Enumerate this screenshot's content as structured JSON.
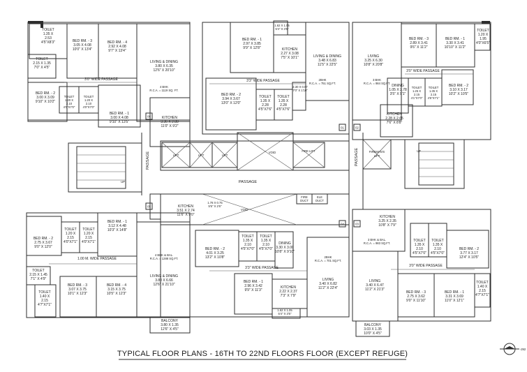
{
  "title": "TYPICAL FLOOR PLANS - 16TH TO 22ND FLOORS FLOOR (EXCEPT REFUGE)",
  "north_label": "-292",
  "rooms": [
    {
      "id": "tl-toilet-a",
      "lines": [
        "TOILET",
        "1.35 X",
        "2.53",
        "4'5\"X8'3\""
      ]
    },
    {
      "id": "tl-bed3",
      "lines": [
        "BED RM. - 3",
        "3.05 X 4.08",
        "10'0\" X 13'4\""
      ]
    },
    {
      "id": "tl-bed4",
      "lines": [
        "BED RM. - 4",
        "2.92 X 4.08",
        "9'7\" X 13'4\""
      ]
    },
    {
      "id": "tl-living",
      "lines": [
        "LIVING & DINING",
        "3.80 X 6.35",
        "12'6\" X 20'10\""
      ]
    },
    {
      "id": "tl-toilet-b",
      "lines": [
        "TOILET",
        "2.15 X 1.35",
        "7'0\" X 4'5\""
      ]
    },
    {
      "id": "tl-passage",
      "lines": [
        "3'0\" WIDE PASSAGE"
      ]
    },
    {
      "id": "tl-bed2",
      "lines": [
        "BED RM. - 2",
        "3.00 X 3.09",
        "9'10\" X 10'2\""
      ]
    },
    {
      "id": "tl-toilet-c",
      "lines": [
        "TOILET",
        "1.20 X",
        "2.10",
        "4'0\"X7'0\""
      ]
    },
    {
      "id": "tl-toilet-d",
      "lines": [
        "TOILET",
        "1.20 X",
        "2.10",
        "4'0\"X7'0\""
      ]
    },
    {
      "id": "tl-bed1",
      "lines": [
        "BED RM. - 1",
        "3.00 X 4.08",
        "9'10\" X 13'5\""
      ]
    },
    {
      "id": "tl-kitchen",
      "lines": [
        "KITCHEN",
        "3.36 X 2.80",
        "11'0\" X 9'2\""
      ]
    },
    {
      "id": "tl-area",
      "lines": [
        "4 BHK",
        "R.C.A. = 1119 SQ. FT."
      ]
    },
    {
      "id": "tc-toilet",
      "lines": [
        "1.62 X 1.05",
        "5'4\" X 3'5\""
      ]
    },
    {
      "id": "tc-bed1",
      "lines": [
        "BED RM. - 1",
        "2.97 X 3.85",
        "9'9\" X 12'8\""
      ]
    },
    {
      "id": "tc-kitchen",
      "lines": [
        "KITCHEN",
        "2.27 X 3.08",
        "7'5\" X 10'1\""
      ]
    },
    {
      "id": "tc-living",
      "lines": [
        "LIVING & DINING",
        "3.48 X 6.83",
        "11'5\" X 22'5\""
      ]
    },
    {
      "id": "tc-passage",
      "lines": [
        "3'3\" WIDE PASSAGE"
      ]
    },
    {
      "id": "tc-bed2",
      "lines": [
        "BED RM. - 2",
        "3.94 X 3.67",
        "13'0\" X 12'0\""
      ]
    },
    {
      "id": "tc-toilet-a",
      "lines": [
        "TOILET",
        "1.35 X",
        "2.28",
        "4'5\"X7'6\""
      ]
    },
    {
      "id": "tc-toilet-b",
      "lines": [
        "TOILET",
        "1.35 X",
        "2.28",
        "4'5\"X7'6\""
      ]
    },
    {
      "id": "tc-area",
      "lines": [
        "2BHK",
        "R.C.A. = 751 SQ.FT."
      ]
    },
    {
      "id": "tc-dim",
      "lines": [
        "2.30 X 0.57",
        "7'0\" X 1'10\""
      ]
    },
    {
      "id": "tr-living",
      "lines": [
        "LIVING",
        "3.25 X 6.30",
        "10'8\" X 20'8\""
      ]
    },
    {
      "id": "tr-bed3",
      "lines": [
        "BED RM. - 3",
        "2.89 X 3.41",
        "9'6\" X 11'2\""
      ]
    },
    {
      "id": "tr-bed1",
      "lines": [
        "BED RM. - 1",
        "3.30 X 3.41",
        "10'10\" X 11'2\""
      ]
    },
    {
      "id": "tr-toilet-a",
      "lines": [
        "TOILET",
        "1.20 X",
        "1.95",
        "4'0\"X6'5\""
      ]
    },
    {
      "id": "tr-passage",
      "lines": [
        "3'0\" WIDE PASSAGE"
      ]
    },
    {
      "id": "tr-area",
      "lines": [
        "3 BHK",
        "R.C.A. = 984 SQ.FT."
      ]
    },
    {
      "id": "tr-dining",
      "lines": [
        "DINING",
        "1.05 X 2.78",
        "3'5\" X 9'1\""
      ]
    },
    {
      "id": "tr-toilet-b",
      "lines": [
        "TOILET",
        "1.25 X",
        "2.15",
        "4'1\"X7'0\""
      ]
    },
    {
      "id": "tr-toilet-c",
      "lines": [
        "TOILET",
        "1.35 X",
        "2.15",
        "4'5\"X7'1\""
      ]
    },
    {
      "id": "tr-bed2",
      "lines": [
        "BED RM. - 2",
        "3.10 X 3.17",
        "10'2\" X 10'5\""
      ]
    },
    {
      "id": "tr-kitchen",
      "lines": [
        "KITCHEN",
        "2.28 X 2.65",
        "7'6\" X 8'8\""
      ]
    },
    {
      "id": "bl-bed2",
      "lines": [
        "BED RM. - 2",
        "2.75 X 3.67",
        "9'0\" X 12'0\""
      ]
    },
    {
      "id": "bl-toilet-a",
      "lines": [
        "TOILET",
        "1.20 X",
        "2.15",
        "4'0\"X7'1\""
      ]
    },
    {
      "id": "bl-toilet-b",
      "lines": [
        "TOILET",
        "1.20 X",
        "2.15",
        "4'0\"X7'1\""
      ]
    },
    {
      "id": "bl-bed1",
      "lines": [
        "BED RM. - 1",
        "3.12 X 4.48",
        "10'3\" X 14'8\""
      ]
    },
    {
      "id": "bl-passage",
      "lines": [
        "1.00 M. WIDE PASSAGE"
      ]
    },
    {
      "id": "bl-area",
      "lines": [
        "4 BHK & BAL.",
        "R.C.A. = 1288 SQ.FT."
      ]
    },
    {
      "id": "bl-toilet-c",
      "lines": [
        "TOILET",
        "2.15 X 1.45",
        "7'1\" X 4'9\""
      ]
    },
    {
      "id": "bl-toilet-d",
      "lines": [
        "TOILET",
        "1.40 X",
        "2.15",
        "4'7\"X7'1\""
      ]
    },
    {
      "id": "bl-bed3",
      "lines": [
        "BED RM. - 3",
        "3.07 X 3.75",
        "10'1\" X 12'3\""
      ]
    },
    {
      "id": "bl-bed4",
      "lines": [
        "BED RM. - 4",
        "3.15 X 3.75",
        "10'5\" X 12'3\""
      ]
    },
    {
      "id": "bl-living",
      "lines": [
        "LIVING & DINING",
        "3.80 X 6.66",
        "12'6\" X 21'10\""
      ]
    },
    {
      "id": "bl-balcony",
      "lines": [
        "BALCONY",
        "3.80 X 1.35",
        "12'6\" X 4'5\""
      ]
    },
    {
      "id": "bc-kitchen",
      "lines": [
        "KITCHEN",
        "3.51 X 2.74",
        "11'6\" X 9'0\""
      ]
    },
    {
      "id": "bc-dim",
      "lines": [
        "1.78 X 0.75",
        "5'5\" X 2'6\""
      ]
    },
    {
      "id": "bc-bed2",
      "lines": [
        "BED RM. - 2",
        "4.01 X 3.25",
        "13'2\" X 10'8\""
      ]
    },
    {
      "id": "bc-toilet-a",
      "lines": [
        "TOILET",
        "1.35 X",
        "2.10",
        "4'5\"X7'0\""
      ]
    },
    {
      "id": "bc-toilet-b",
      "lines": [
        "TOILET",
        "1.35 X",
        "2.10",
        "4'5\"X7'0\""
      ]
    },
    {
      "id": "bc-dining",
      "lines": [
        "DINING",
        "3.30 X 3.00",
        "10'8\" X 9'10\""
      ]
    },
    {
      "id": "bc-area",
      "lines": [
        "2BHK",
        "R.C.A. = 701 SQ.FT."
      ]
    },
    {
      "id": "bc-living",
      "lines": [
        "LIVING",
        "3.40 X 6.82",
        "11'2\" X 22'4\""
      ]
    },
    {
      "id": "bc-passage",
      "lines": [
        "3'3\" WIDE PASSAGE"
      ]
    },
    {
      "id": "bc-bed1",
      "lines": [
        "BED RM. - 1",
        "2.96 X 3.42",
        "9'9\" X 11'3\""
      ]
    },
    {
      "id": "bc-kitchen2",
      "lines": [
        "KITCHEN",
        "2.22 X 2.37",
        "7'3\" X 7'9\""
      ]
    },
    {
      "id": "bc-toilet-c",
      "lines": [
        "1.62 X 1.05",
        "5'4\" X 3'5\""
      ]
    },
    {
      "id": "br-kitchen",
      "lines": [
        "KITCHEN",
        "3.25 X 2.35",
        "10'8\" X 7'9\""
      ]
    },
    {
      "id": "br-area",
      "lines": [
        "3 BHK & BAL.",
        "R.C.A. = 983 SQ.FT."
      ]
    },
    {
      "id": "br-toilet-a",
      "lines": [
        "TOILET",
        "1.35 X",
        "2.10",
        "4'5\"X7'0\""
      ]
    },
    {
      "id": "br-toilet-b",
      "lines": [
        "TOILET",
        "1.35 X",
        "2.10",
        "4'5\"X7'0\""
      ]
    },
    {
      "id": "br-bed2",
      "lines": [
        "BED RM. - 2",
        "3.77 X 3.17",
        "12'4\" X 10'5\""
      ]
    },
    {
      "id": "br-passage",
      "lines": [
        "3'0\" WIDE PASSAGE"
      ]
    },
    {
      "id": "br-living",
      "lines": [
        "LIVING",
        "3.40 X 6.47",
        "11'2\" X 21'3\""
      ]
    },
    {
      "id": "br-toilet-c",
      "lines": [
        "TOILET",
        "1.40 X",
        "2.15",
        "4'7\"X7'1\""
      ]
    },
    {
      "id": "br-bed3",
      "lines": [
        "BED RM. - 3",
        "2.75 X 3.62",
        "9'0\" X 11'10\""
      ]
    },
    {
      "id": "br-bed1",
      "lines": [
        "BED RM. - 1",
        "3.31 X 3.69",
        "11'0\" X 12'1\""
      ]
    },
    {
      "id": "br-balcony",
      "lines": [
        "BALCONY",
        "3.03 X 1.35",
        "10'0\" X 4'5\""
      ]
    }
  ],
  "core_labels": {
    "passage_h": "PASSAGE",
    "passage_left": "PASSAGE",
    "passage_right": "PASSAGE",
    "lift": "LIFT",
    "void": "VOID",
    "fire_lift": "FIRE LIFT",
    "firemans_lift_1": "FIREMAN'S",
    "firemans_lift_2": "LIFT",
    "up": "UP",
    "fire_duct_1": "FIRE",
    "fire_duct_2": "DUCT",
    "ele_duct_1": "ELE",
    "ele_duct_2": "DUCT"
  },
  "tags": [
    "06",
    "05",
    "01",
    "02",
    "03",
    "04"
  ]
}
